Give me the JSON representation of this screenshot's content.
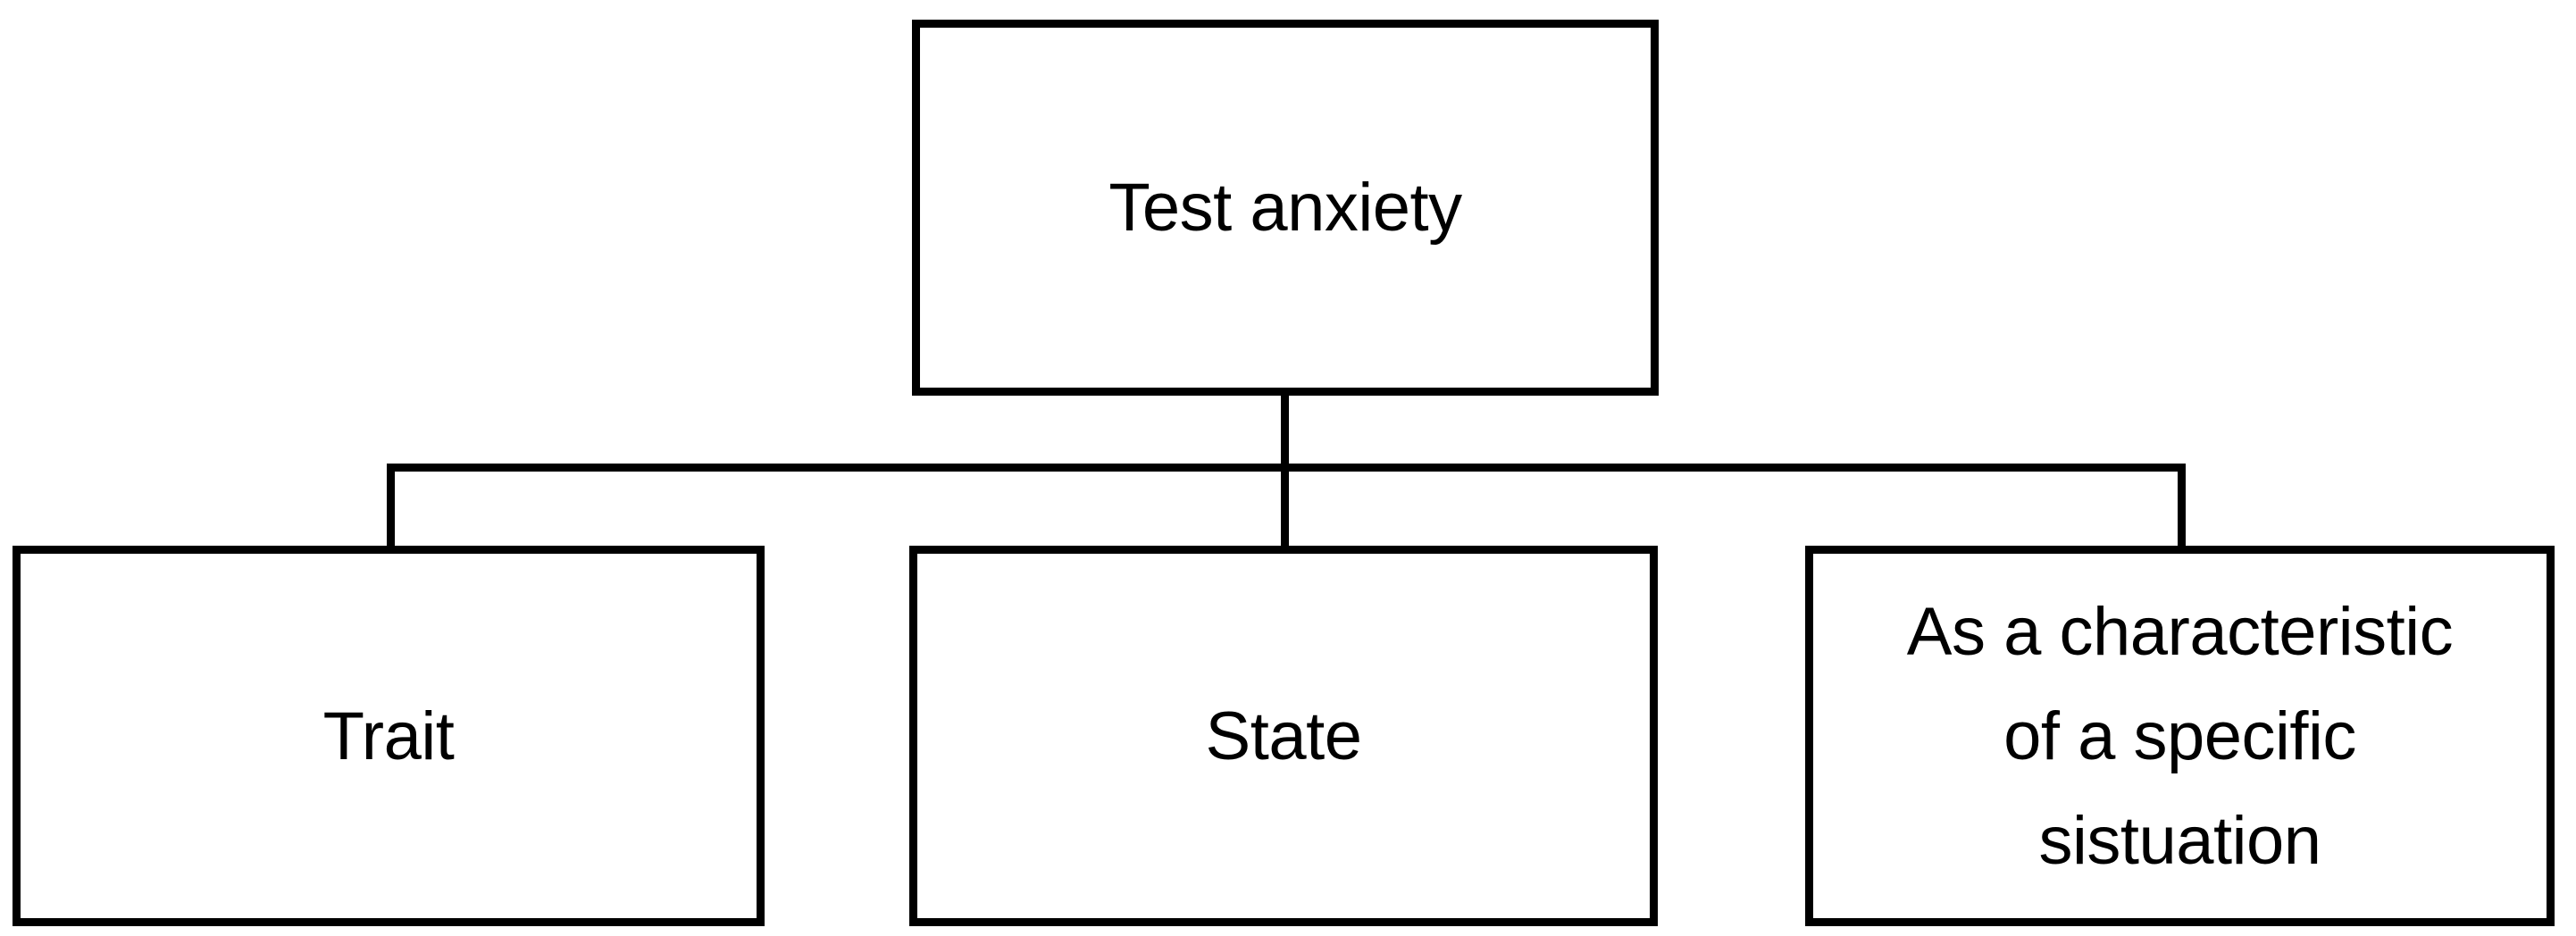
{
  "diagram": {
    "title": "Test anxiety",
    "type": "hierarchy-tree",
    "background_color": "#ffffff",
    "stroke_color": "#000000",
    "text_color": "#000000",
    "root": {
      "id": "root",
      "label": "Test anxiety"
    },
    "children": [
      {
        "id": "trait",
        "label": "Trait"
      },
      {
        "id": "state",
        "label": "State"
      },
      {
        "id": "characteristic",
        "label": "As a characteristic\nof a specific\nsistuation"
      }
    ],
    "connectors": [
      {
        "id": "root-stem",
        "from": "root",
        "to": "bus"
      },
      {
        "id": "bus",
        "from": "bus",
        "to": "bus"
      },
      {
        "id": "drop-left",
        "from": "bus",
        "to": "trait"
      },
      {
        "id": "drop-middle",
        "from": "bus",
        "to": "state"
      },
      {
        "id": "drop-right",
        "from": "bus",
        "to": "characteristic"
      }
    ]
  }
}
